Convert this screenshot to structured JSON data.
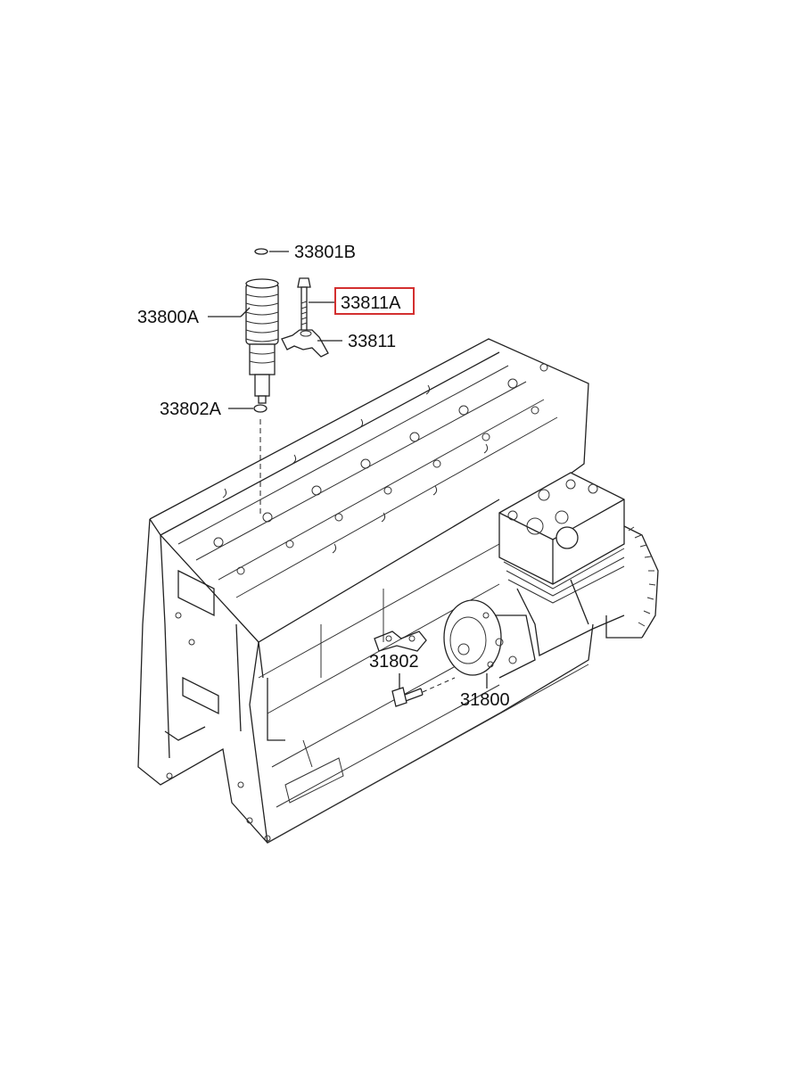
{
  "diagram": {
    "callouts": [
      {
        "id": "33801B",
        "label": "33801B",
        "highlighted": false
      },
      {
        "id": "33811A",
        "label": "33811A",
        "highlighted": true
      },
      {
        "id": "33800A",
        "label": "33800A",
        "highlighted": false
      },
      {
        "id": "33811",
        "label": "33811",
        "highlighted": false
      },
      {
        "id": "33802A",
        "label": "33802A",
        "highlighted": false
      },
      {
        "id": "31802",
        "label": "31802",
        "highlighted": false
      },
      {
        "id": "31800",
        "label": "31800",
        "highlighted": false
      }
    ],
    "colors": {
      "line": "#222222",
      "text": "#111111",
      "highlight_border": "#d32f2f",
      "background": "#ffffff"
    }
  }
}
